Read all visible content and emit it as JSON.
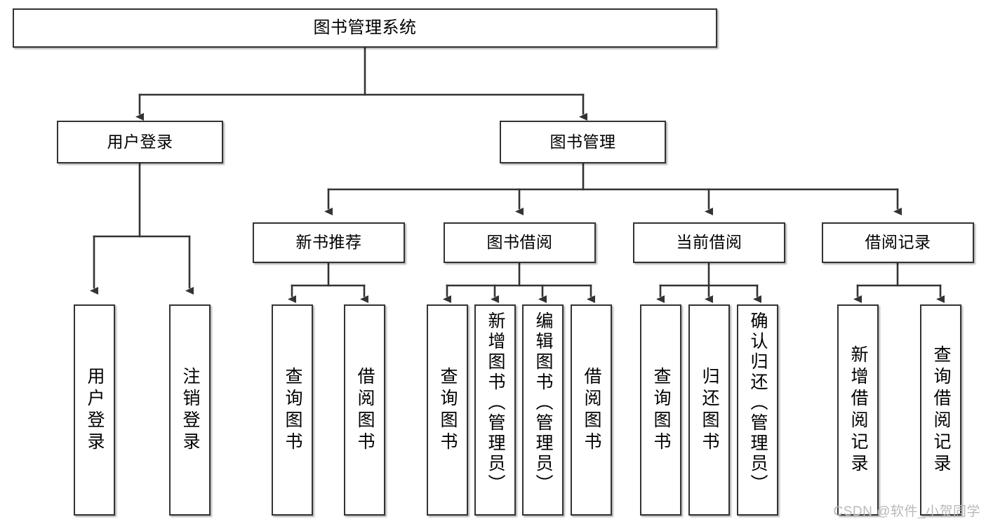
{
  "diagram": {
    "title": "图书管理系统",
    "type": "tree",
    "watermark": "CSDN @软件_小贺同学",
    "colors": {
      "stroke": "#333333",
      "fill": "#ffffff",
      "text": "#000000",
      "watermark": "#b9b9b9"
    },
    "root": {
      "id": "root",
      "label": "图书管理系统"
    },
    "level1": [
      {
        "id": "user-login",
        "label": "用户登录"
      },
      {
        "id": "book-manage",
        "label": "图书管理"
      }
    ],
    "level2": [
      {
        "id": "new-book-rec",
        "label": "新书推荐",
        "parent": "book-manage"
      },
      {
        "id": "book-borrow",
        "label": "图书借阅",
        "parent": "book-manage"
      },
      {
        "id": "current-borrow",
        "label": "当前借阅",
        "parent": "book-manage"
      },
      {
        "id": "borrow-record",
        "label": "借阅记录",
        "parent": "book-manage"
      }
    ],
    "leaves": {
      "user_login": [
        {
          "id": "leaf-user-login",
          "label": "用户登录"
        },
        {
          "id": "leaf-logout",
          "label": "注销登录"
        }
      ],
      "new_book_rec": [
        {
          "id": "leaf-query-book-1",
          "label": "查询图书"
        },
        {
          "id": "leaf-borrow-book-1",
          "label": "借阅图书"
        }
      ],
      "book_borrow": [
        {
          "id": "leaf-query-book-2",
          "label": "查询图书"
        },
        {
          "id": "leaf-add-book",
          "label": "新增图书（管理员）"
        },
        {
          "id": "leaf-edit-book",
          "label": "编辑图书（管理员）"
        },
        {
          "id": "leaf-borrow-book-2",
          "label": "借阅图书"
        }
      ],
      "current_borrow": [
        {
          "id": "leaf-query-book-3",
          "label": "查询图书"
        },
        {
          "id": "leaf-return-book",
          "label": "归还图书"
        },
        {
          "id": "leaf-confirm-return",
          "label": "确认归还（管理员）"
        }
      ],
      "borrow_record": [
        {
          "id": "leaf-add-record",
          "label": "新增借阅记录"
        },
        {
          "id": "leaf-query-record",
          "label": "查询借阅记录"
        }
      ]
    }
  }
}
